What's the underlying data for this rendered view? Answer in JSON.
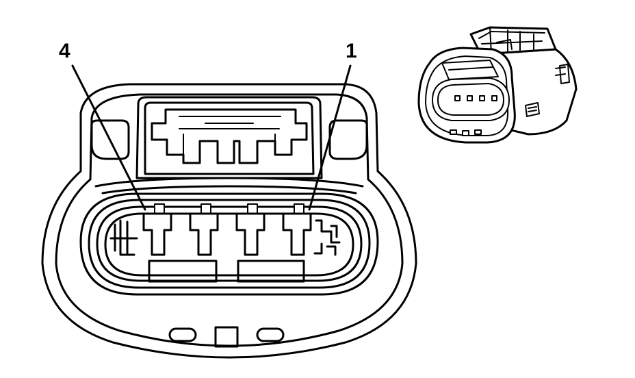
{
  "diagram": {
    "callouts": [
      {
        "id": "pin-4",
        "label": "4"
      },
      {
        "id": "pin-1",
        "label": "1"
      }
    ]
  }
}
